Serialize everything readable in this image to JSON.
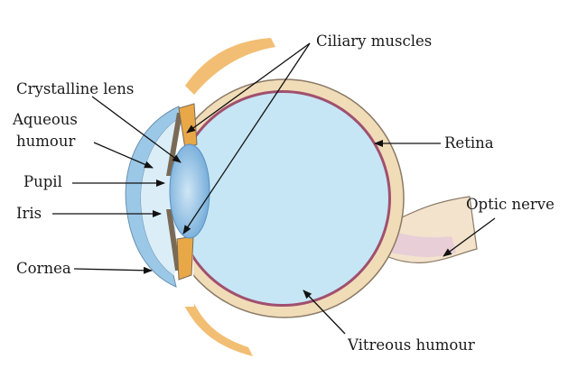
{
  "labels": {
    "ciliary_muscles": "Ciliary muscles",
    "crystalline_lens": "Crystalline lens",
    "aqueous_humour_line1": "Aqueous",
    "aqueous_humour_line2": "humour",
    "pupil": "Pupil",
    "iris": "Iris",
    "cornea": "Cornea",
    "retina": "Retina",
    "optic_nerve": "Optic nerve",
    "vitreous_humour": "Vitreous humour"
  },
  "colors": {
    "vitreous": "#c6e6f5",
    "sclera": "#f1dcb8",
    "retina": "#a0506e",
    "lens": "#8cc4e6",
    "eyelid": "#f0b35a"
  }
}
